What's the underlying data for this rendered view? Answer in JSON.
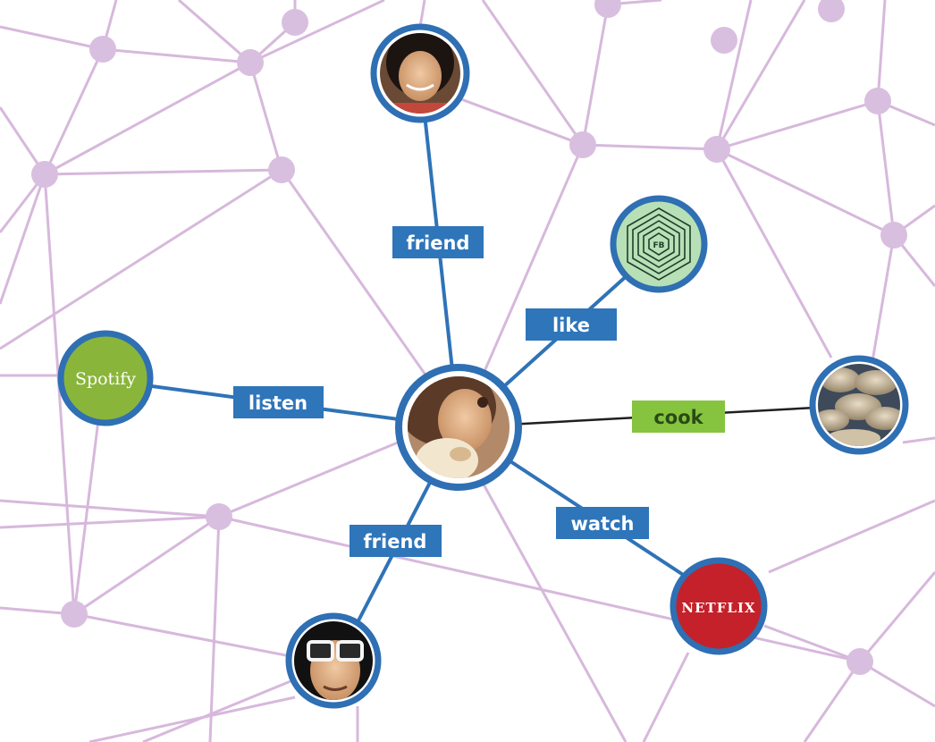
{
  "colors": {
    "background": "#ffffff",
    "network_line": "#d7b8dc",
    "network_node": "#d9bfdf",
    "edge_blue": "#2f73b7",
    "edge_dark": "#1f1f1f",
    "label_blue": "#2e75ba",
    "label_green": "#86c440",
    "node_ring": "#2f6fb3",
    "spotify_green": "#8ab53b",
    "netflix_red": "#c4212a",
    "fb_green": "#b7e0b6"
  },
  "edge_labels": {
    "friend_top": "friend",
    "like": "like",
    "listen": "listen",
    "cook": "cook",
    "friend_bottom": "friend",
    "watch": "watch"
  },
  "brands": {
    "spotify": "Spotify",
    "fb": "FB",
    "netflix": "NETFLIX"
  },
  "icons": {
    "center_person": "person-with-dog-avatar",
    "top_person": "woman-avatar",
    "bottom_person": "man-with-white-sunglasses-avatar",
    "cookies": "cookies-photo",
    "fb_logo": "fb-hexagon-logo",
    "spotify_logo": "spotify-logo",
    "netflix_logo": "netflix-logo"
  }
}
